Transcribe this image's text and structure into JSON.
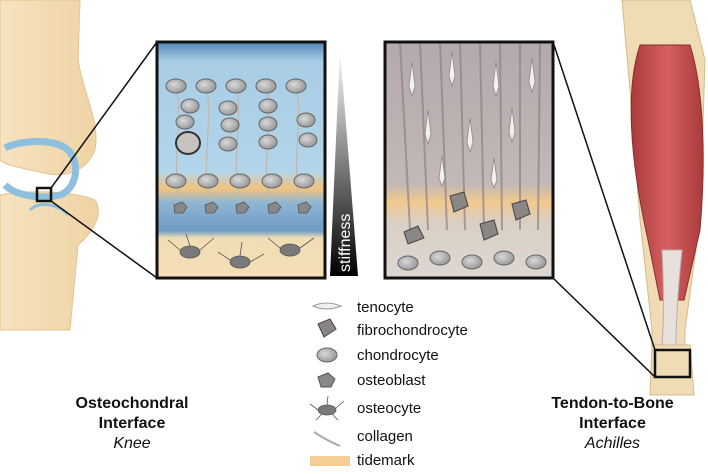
{
  "left_caption": {
    "title_line1": "Osteochondral",
    "title_line2": "Interface",
    "subtitle": "Knee"
  },
  "right_caption": {
    "title_line1": "Tendon-to-Bone",
    "title_line2": "Interface",
    "subtitle": "Achilles"
  },
  "stiffness_label": "stiffness",
  "legend": [
    {
      "icon": "tenocyte-icon",
      "label": "tenocyte"
    },
    {
      "icon": "fibrochondrocyte-icon",
      "label": "fibrochondrocyte"
    },
    {
      "icon": "chondrocyte-icon",
      "label": "chondrocyte"
    },
    {
      "icon": "osteoblast-icon",
      "label": "osteoblast"
    },
    {
      "icon": "osteocyte-icon",
      "label": "osteocyte"
    },
    {
      "icon": "collagen-icon",
      "label": "collagen"
    },
    {
      "icon": "tidemark-icon",
      "label": "tidemark"
    }
  ],
  "colors": {
    "cartilage_blue": "#9fc8e4",
    "deep_blue": "#5d93c0",
    "tidemark": "#f3c27a",
    "bone_beige": "#f4dfb6",
    "tendon_gray": "#b9aeb0",
    "muscle_red": "#c24a4a",
    "cell_gray": "#a7a7a7"
  }
}
